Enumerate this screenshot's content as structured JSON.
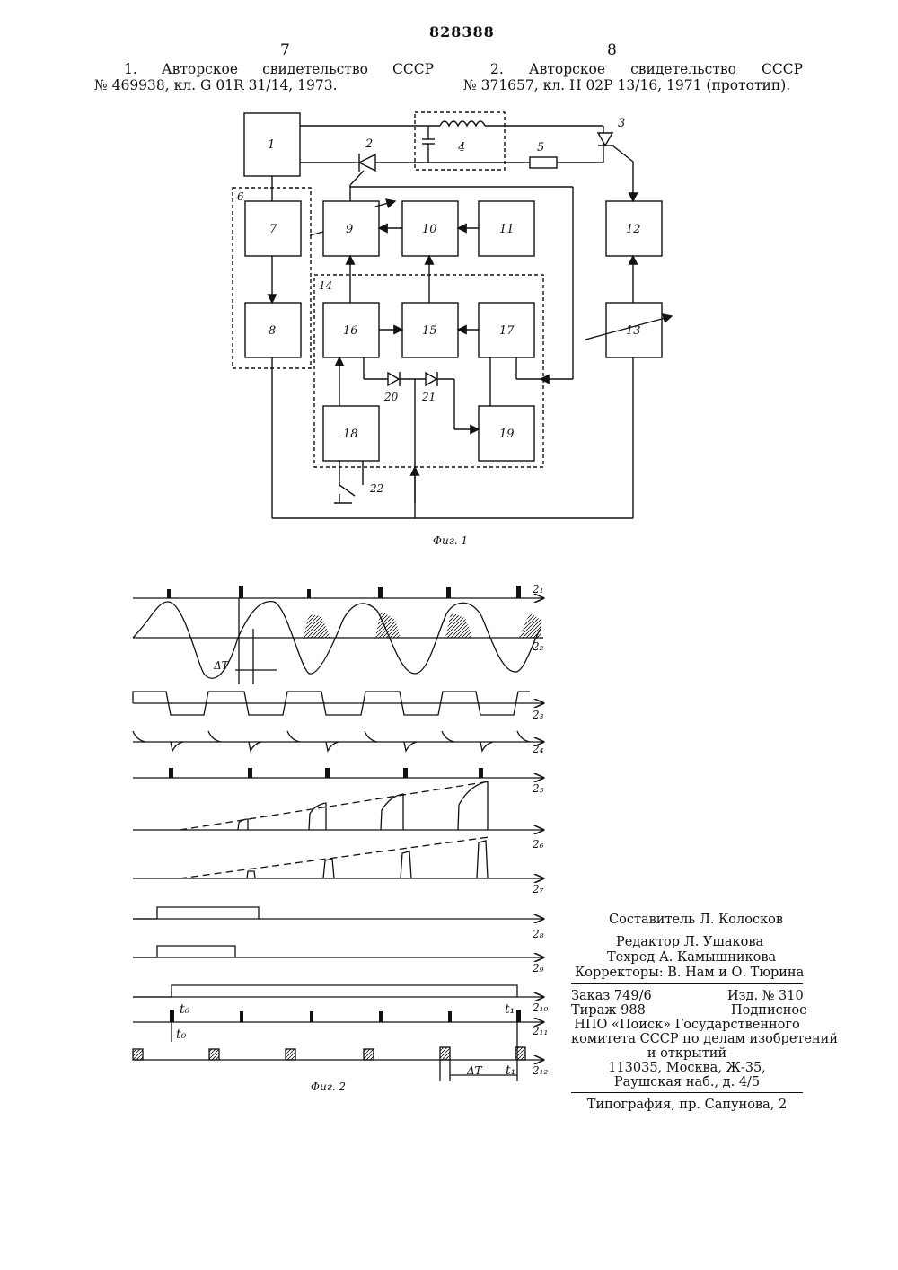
{
  "header": {
    "patent_number": "828388",
    "page_left": "7",
    "page_right": "8",
    "ref1_line1": "1. Авторское свидетельство СССР",
    "ref1_line2": "№ 469938, кл. G 01R 31/14, 1973.",
    "ref2_line1": "2. Авторское свидетельство СССР",
    "ref2_line2": "№ 371657, кл. Н 02Р 13/16, 1971 (прототип)."
  },
  "figure1": {
    "caption": "Фиг. 1",
    "blocks": [
      "1",
      "4",
      "5",
      "6",
      "7",
      "8",
      "9",
      "10",
      "11",
      "12",
      "13",
      "14",
      "15",
      "16",
      "17",
      "18",
      "19"
    ],
    "labels": [
      "2",
      "3",
      "20",
      "21",
      "22"
    ]
  },
  "figure2": {
    "caption": "Фиг. 2",
    "signals": [
      "2₁",
      "2₂",
      "2₃",
      "2₄",
      "2₅",
      "2₆",
      "2₇",
      "2₈",
      "2₉",
      "2₁₀",
      "2₁₁",
      "2₁₂"
    ],
    "annotations": {
      "delta_t": "ΔT",
      "t0": "t₀",
      "t1": "t₁"
    }
  },
  "colophon": {
    "compiler": "Составитель Л. Колосков",
    "editor": "Редактор Л. Ушакова",
    "techred": "Техред А. Камышникова",
    "correctors": "Корректоры: В. Нам и О. Тюрина",
    "order": "Заказ 749/6",
    "edition": "Изд. № 310",
    "circulation": "Тираж 988",
    "subscription": "Подписное",
    "publisher1": "НПО «Поиск» Государственного",
    "publisher2": "комитета СССР по делам изобретений",
    "publisher3": "и открытий",
    "address1": "113035, Москва, Ж-35,",
    "address2": "Раушская наб., д. 4/5",
    "printer": "Типография, пр. Сапунова, 2"
  }
}
